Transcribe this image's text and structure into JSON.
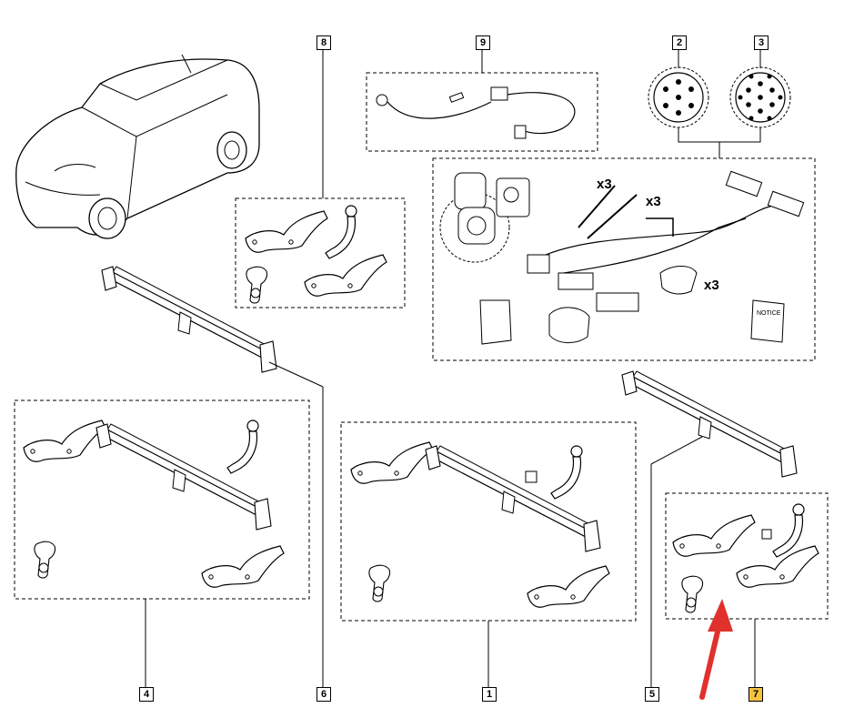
{
  "callouts": {
    "c1": "1",
    "c2": "2",
    "c3": "3",
    "c4": "4",
    "c5": "5",
    "c6": "6",
    "c7": "7",
    "c8": "8",
    "c9": "9"
  },
  "quantities": {
    "cable_ties": "x3",
    "screws": "x3",
    "pads": "x3"
  },
  "notice_label": "NOTICE",
  "colors": {
    "highlight": "#f5c242",
    "arrow": "#e0312d",
    "line": "#000000"
  }
}
